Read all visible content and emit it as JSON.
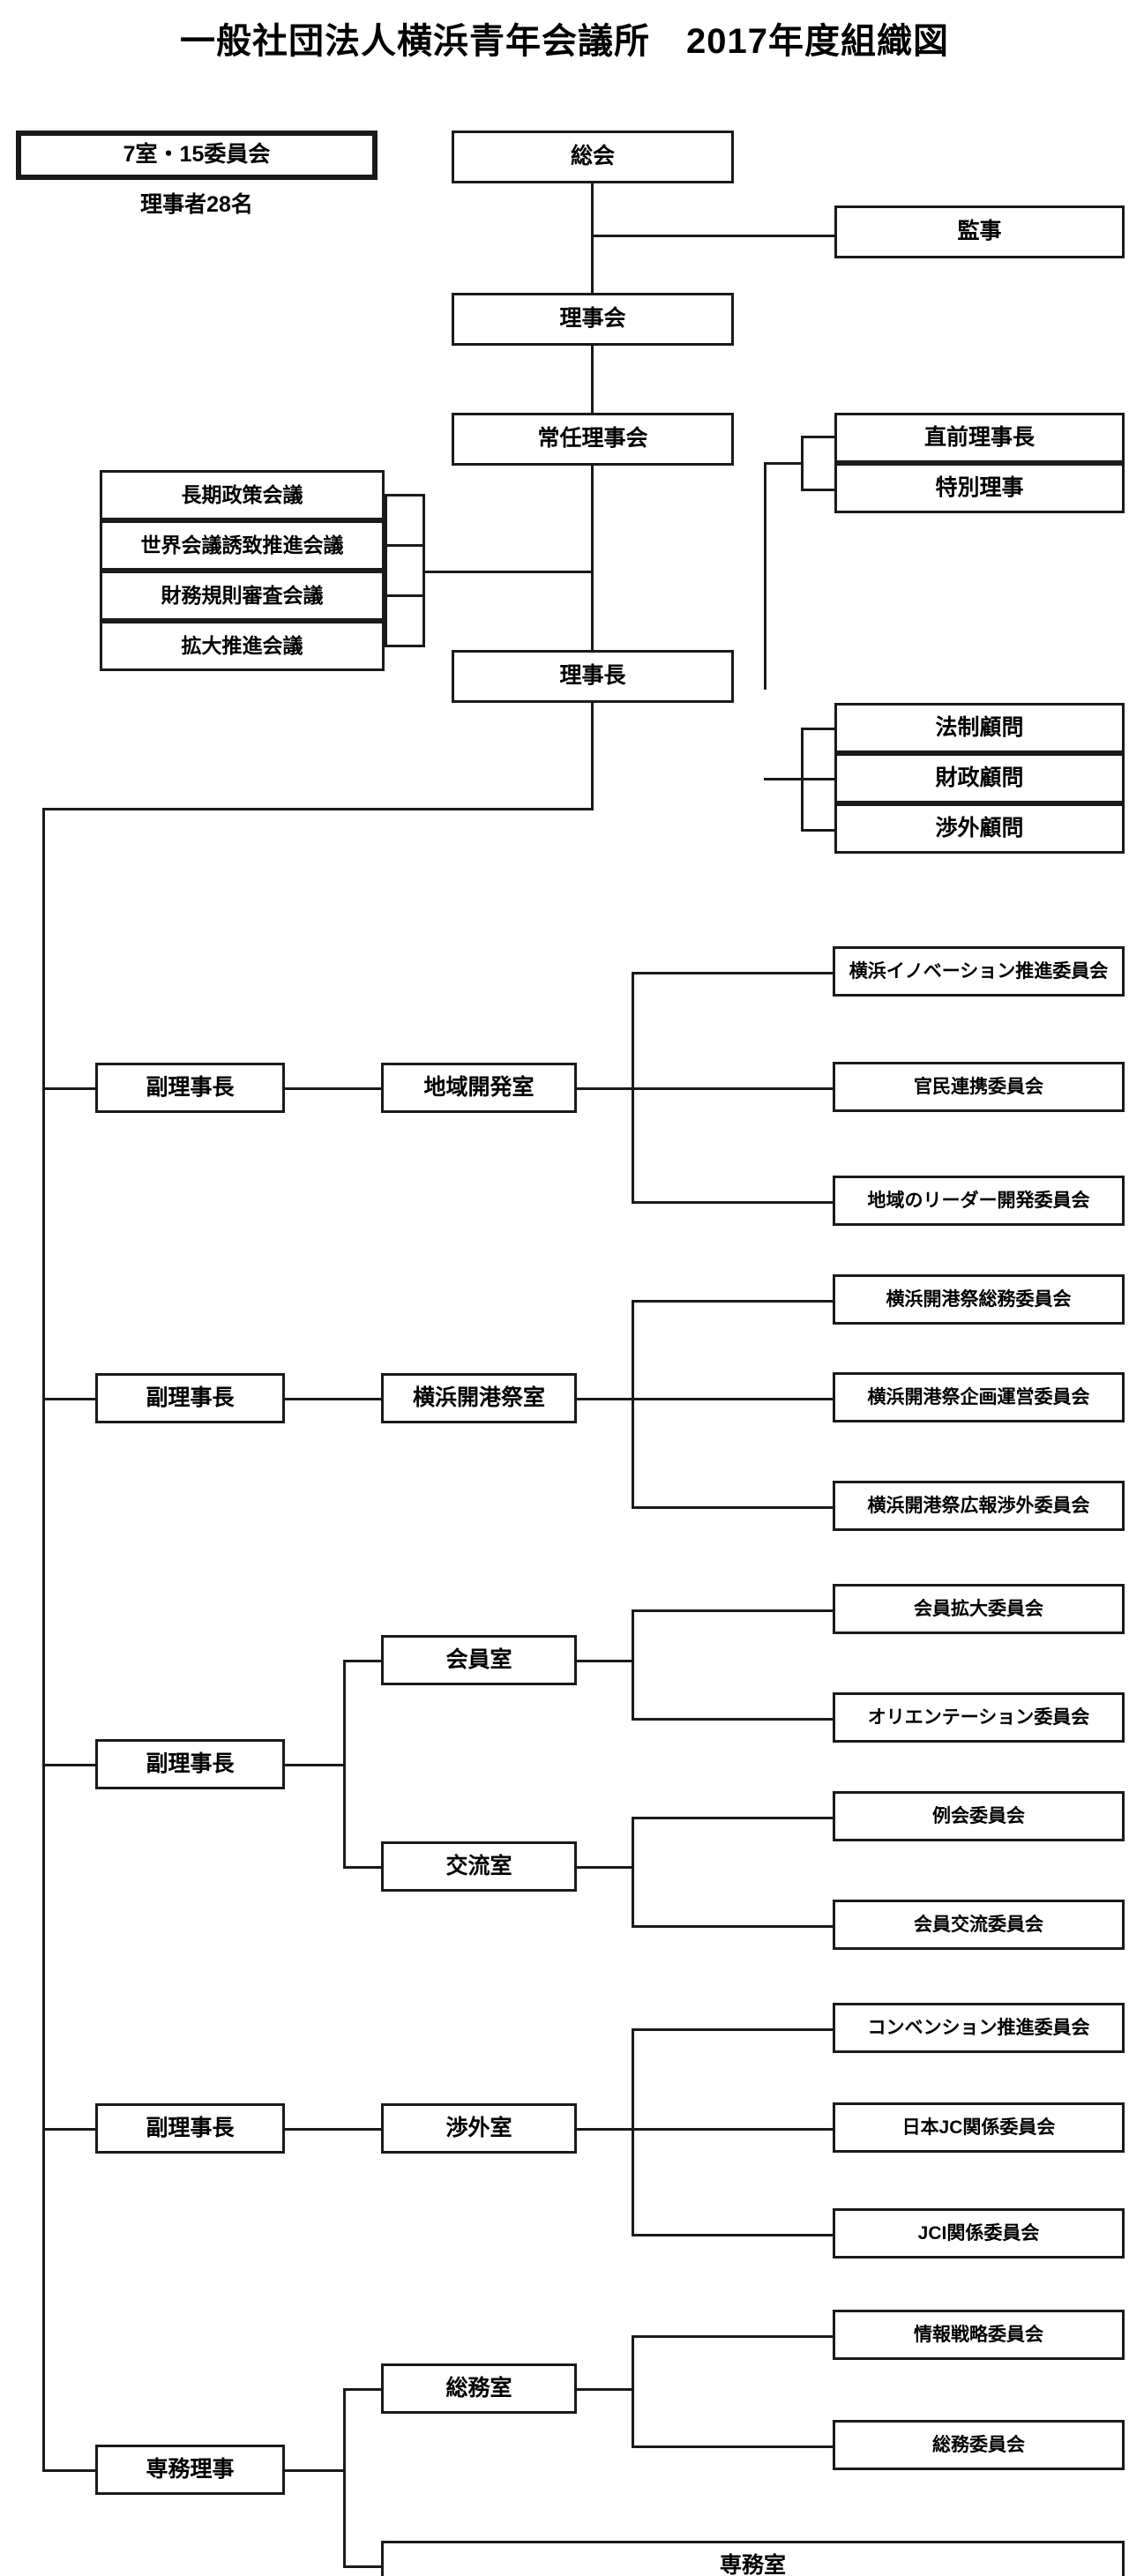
{
  "page": {
    "title": "一般社団法人横浜青年会議所　2017年度組織図",
    "line_color": "#1a1a1a",
    "background": "#ffffff"
  },
  "summary": {
    "rooms_committees": "7室・15委員会",
    "directors_count": "理事者28名"
  },
  "chain": {
    "general_meeting": "総会",
    "board_of_directors": "理事会",
    "standing_board": "常任理事会",
    "president": "理事長",
    "auditor": "監事"
  },
  "councils": [
    {
      "label": "長期政策会議"
    },
    {
      "label": "世界会議誘致推進会議"
    },
    {
      "label": "財務規則審査会議"
    },
    {
      "label": "拡大推進会議"
    }
  ],
  "special_officers": [
    {
      "label": "直前理事長"
    },
    {
      "label": "特別理事"
    }
  ],
  "advisors": [
    {
      "label": "法制顧問"
    },
    {
      "label": "財政顧問"
    },
    {
      "label": "渉外顧問"
    }
  ],
  "divisions": [
    {
      "officer": "副理事長",
      "rooms": [
        {
          "label": "地域開発室",
          "committees": [
            "横浜イノベーション推進委員会",
            "官民連携委員会",
            "地域のリーダー開発委員会"
          ]
        }
      ]
    },
    {
      "officer": "副理事長",
      "rooms": [
        {
          "label": "横浜開港祭室",
          "committees": [
            "横浜開港祭総務委員会",
            "横浜開港祭企画運営委員会",
            "横浜開港祭広報渉外委員会"
          ]
        }
      ]
    },
    {
      "officer": "副理事長",
      "rooms": [
        {
          "label": "会員室",
          "committees": [
            "会員拡大委員会",
            "オリエンテーション委員会"
          ]
        },
        {
          "label": "交流室",
          "committees": [
            "例会委員会",
            "会員交流委員会"
          ]
        }
      ]
    },
    {
      "officer": "副理事長",
      "rooms": [
        {
          "label": "渉外室",
          "committees": [
            "コンベンション推進委員会",
            "日本JC関係委員会",
            "JCI関係委員会"
          ]
        }
      ]
    },
    {
      "officer": "専務理事",
      "rooms": [
        {
          "label": "総務室",
          "committees": [
            "情報戦略委員会",
            "総務委員会"
          ]
        },
        {
          "label": "専務室",
          "committees": []
        }
      ]
    }
  ]
}
